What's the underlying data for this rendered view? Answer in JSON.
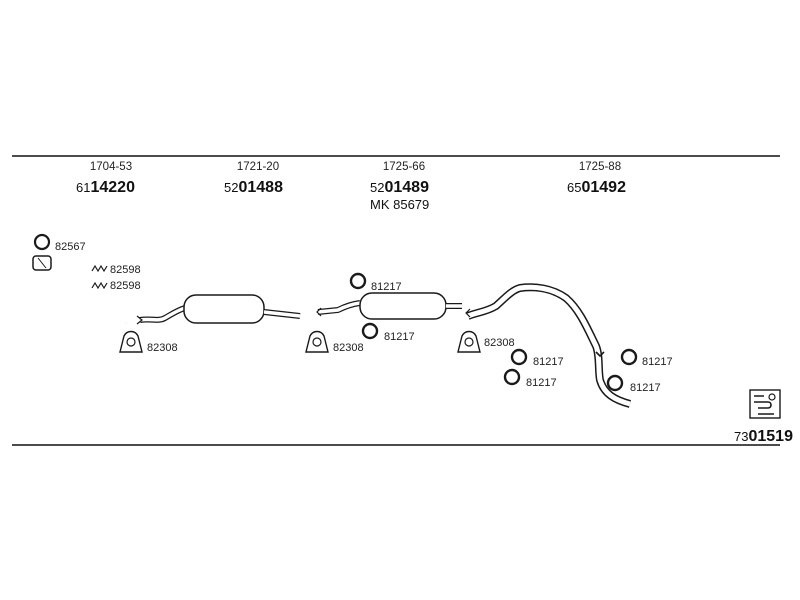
{
  "headers": [
    {
      "code": "1704-53",
      "pn_prefix": "61",
      "pn_main": "14220"
    },
    {
      "code": "1721-20",
      "pn_prefix": "52",
      "pn_main": "01488"
    },
    {
      "code": "1725-66",
      "pn_prefix": "52",
      "pn_main": "01489",
      "extra": "MK  85679"
    },
    {
      "code": "1725-88",
      "pn_prefix": "65",
      "pn_main": "01492"
    }
  ],
  "labels": {
    "gasket_82567": "82567",
    "spring_82598_a": "82598",
    "spring_82598_b": "82598",
    "clamp_82308_a": "82308",
    "clamp_82308_b": "82308",
    "clamp_82308_c": "82308",
    "ring_81217_a": "81217",
    "ring_81217_b": "81217",
    "ring_81217_c": "81217",
    "ring_81217_d": "81217",
    "ring_81217_e": "81217",
    "ring_81217_f": "81217"
  },
  "footer": {
    "pn_prefix": "73",
    "pn_main": "01519"
  },
  "icons": {
    "corner_icon": "exhaust-kit-icon"
  }
}
